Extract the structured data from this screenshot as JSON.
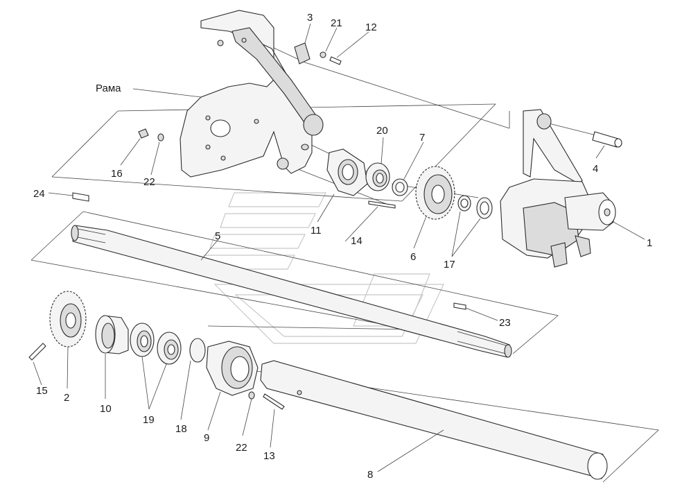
{
  "labels": {
    "frame": "Рама",
    "p1": "1",
    "p2": "2",
    "p3": "3",
    "p4": "4",
    "p5": "5",
    "p6": "6",
    "p7": "7",
    "p8": "8",
    "p9": "9",
    "p10": "10",
    "p11": "11",
    "p12": "12",
    "p13": "13",
    "p14": "14",
    "p15": "15",
    "p16": "16",
    "p17": "17",
    "p18": "18",
    "p19": "19",
    "p20": "20",
    "p21": "21",
    "p22a": "22",
    "p22b": "22",
    "p23": "23",
    "p24": "24"
  }
}
